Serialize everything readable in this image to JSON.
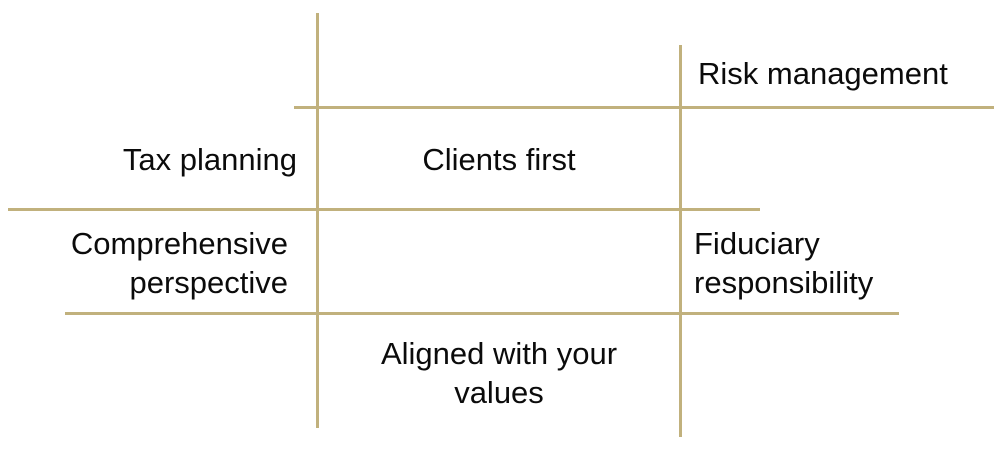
{
  "colors": {
    "line": "#C1B17D",
    "text": "#0B0B0B",
    "background": "#FFFFFF"
  },
  "diagram": {
    "labels": {
      "risk_management": "Risk management",
      "tax_planning": "Tax planning",
      "clients_first": "Clients first",
      "comprehensive_perspective": "Comprehensive\nperspective",
      "fiduciary_responsibility": "Fiduciary\nresponsibility",
      "aligned_with_your_values": "Aligned with your\nvalues"
    }
  }
}
